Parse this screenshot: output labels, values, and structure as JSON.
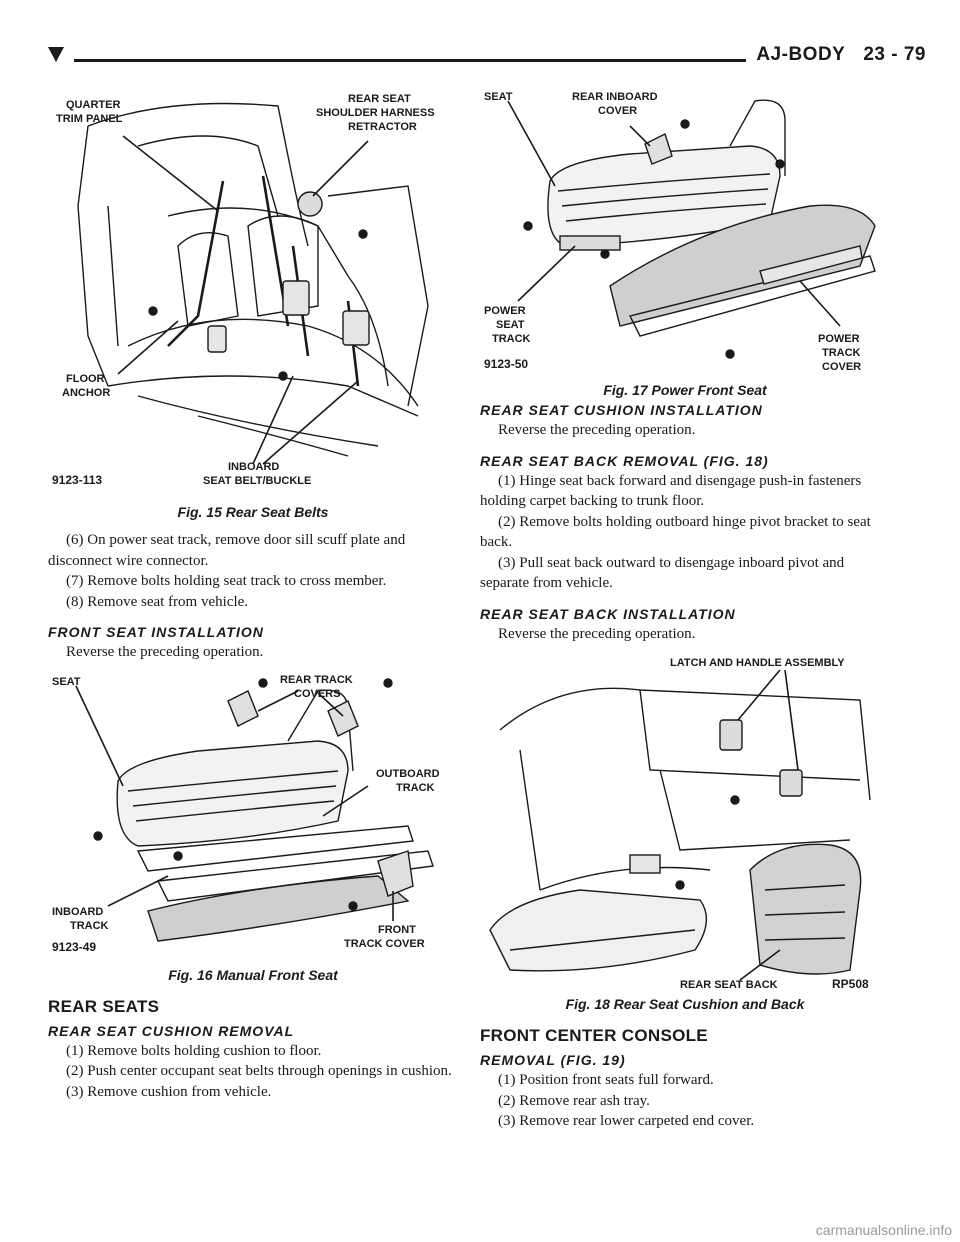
{
  "header": {
    "section": "AJ-BODY",
    "page": "23 - 79"
  },
  "fig15": {
    "caption": "Fig. 15 Rear Seat Belts",
    "labels": {
      "quarter_trim": [
        "QUARTER",
        "TRIM PANEL"
      ],
      "retractor": [
        "REAR SEAT",
        "SHOULDER HARNESS",
        "RETRACTOR"
      ],
      "floor_anchor": [
        "FLOOR",
        "ANCHOR"
      ],
      "inboard_belt": [
        "INBOARD",
        "SEAT BELT/BUCKLE"
      ],
      "code": "9123-113"
    }
  },
  "fig16": {
    "caption": "Fig. 16 Manual Front Seat",
    "labels": {
      "seat": "SEAT",
      "rear_track_covers": [
        "REAR TRACK",
        "COVERS"
      ],
      "outboard_track": [
        "OUTBOARD",
        "TRACK"
      ],
      "inboard_track": [
        "INBOARD",
        "TRACK"
      ],
      "front_track_cover": [
        "FRONT",
        "TRACK COVER"
      ],
      "code": "9123-49"
    }
  },
  "fig17": {
    "caption": "Fig. 17 Power Front Seat",
    "labels": {
      "seat": "SEAT",
      "rear_inboard_cover": [
        "REAR INBOARD",
        "COVER"
      ],
      "power_seat_track": [
        "POWER",
        "SEAT",
        "TRACK"
      ],
      "power_track_cover": [
        "POWER",
        "TRACK",
        "COVER"
      ],
      "code": "9123-50"
    }
  },
  "fig18": {
    "caption": "Fig. 18 Rear Seat Cushion and Back",
    "labels": {
      "latch": "LATCH AND HANDLE ASSEMBLY",
      "rear_seat_back": "REAR SEAT BACK",
      "code": "RP508"
    }
  },
  "left": {
    "step6": "(6) On power seat track, remove door sill scuff plate and disconnect wire connector.",
    "step7": "(7) Remove bolts holding seat track to cross member.",
    "step8": "(8) Remove seat from vehicle.",
    "front_seat_install_title": "FRONT SEAT INSTALLATION",
    "front_seat_install_text": "Reverse the preceding operation.",
    "rear_seats_title": "REAR SEATS",
    "cushion_removal_title": "REAR SEAT CUSHION REMOVAL",
    "cushion_step1": "(1) Remove bolts holding cushion to floor.",
    "cushion_step2": "(2) Push center occupant seat belts through openings in cushion.",
    "cushion_step3": "(3) Remove cushion from vehicle."
  },
  "right": {
    "cushion_install_title": "REAR SEAT CUSHION INSTALLATION",
    "cushion_install_text": "Reverse the preceding operation.",
    "back_removal_title": "REAR SEAT BACK REMOVAL (FIG. 18)",
    "back_step1": "(1) Hinge seat back forward and disengage push-in fasteners holding carpet backing to trunk floor.",
    "back_step2": "(2) Remove bolts holding outboard hinge pivot bracket to seat back.",
    "back_step3": "(3) Pull seat back outward to disengage inboard pivot and separate from vehicle.",
    "back_install_title": "REAR SEAT BACK INSTALLATION",
    "back_install_text": "Reverse the preceding operation.",
    "console_title": "FRONT CENTER CONSOLE",
    "console_removal_title": "REMOVAL (FIG. 19)",
    "console_step1": "(1) Position front seats full forward.",
    "console_step2": "(2) Remove rear ash tray.",
    "console_step3": "(3) Remove rear lower carpeted end cover."
  },
  "watermark": "carmanualsonline.info"
}
